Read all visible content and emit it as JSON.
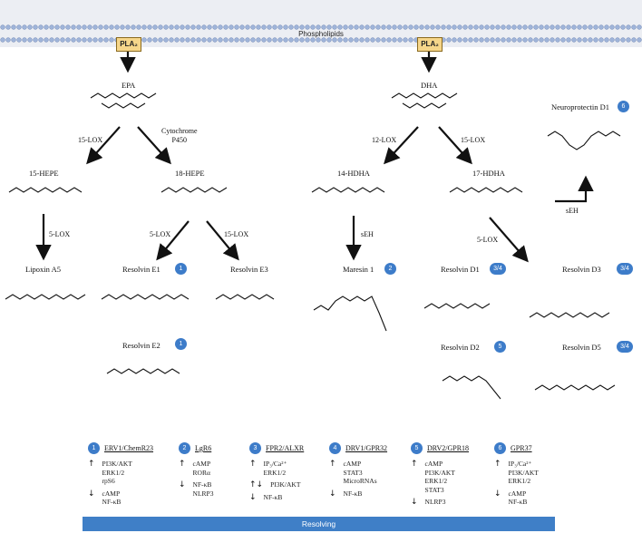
{
  "membrane": {
    "label": "Phospholipids"
  },
  "enzymes": {
    "pla_left": "PLA₂",
    "pla_right": "PLA₂",
    "lox15_left": "15-LOX",
    "cyp450": "Cytochrome\nP450",
    "lox5_a": "5-LOX",
    "lox5_b": "5-LOX",
    "lox15_b": "15-LOX",
    "lox12": "12-LOX",
    "lox15_c": "15-LOX",
    "seh_a": "sEH",
    "seh_b": "sEH",
    "lox5_c": "5-LOX"
  },
  "molecules": {
    "epa": "EPA",
    "dha": "DHA",
    "hepe15": "15-HEPE",
    "hepe18": "18-HEPE",
    "hdha14": "14-HDHA",
    "hdha17": "17-HDHA",
    "lipoxin_a5": "Lipoxin A5",
    "resolvin_e1": "Resolvin E1",
    "resolvin_e3": "Resolvin E3",
    "resolvin_e2": "Resolvin E2",
    "maresin_1": "Maresin 1",
    "resolvin_d1": "Resolvin D1",
    "resolvin_d3": "Resolvin D3",
    "resolvin_d2": "Resolvin D2",
    "resolvin_d5": "Resolvin D5",
    "neuroprotectin_d1": "Neuroprotectin D1"
  },
  "badges": {
    "resolvin_e1": "1",
    "resolvin_e2": "1",
    "maresin_1": "2",
    "resolvin_d1": "3/4",
    "resolvin_d3": "3/4",
    "resolvin_d2": "5",
    "resolvin_d5": "3/4",
    "neuroprotectin_d1": "6"
  },
  "receptors": [
    {
      "num": "1",
      "name": "ERV1/ChemR23",
      "up": [
        "PI3K/AKT",
        "ERK1/2",
        "rpS6"
      ],
      "updown": [],
      "down": [
        "cAMP",
        "NF-κB"
      ]
    },
    {
      "num": "2",
      "name": "LgR6",
      "up": [
        "cAMP",
        "RORα"
      ],
      "updown": [],
      "down": [
        "NF-κB",
        "NLRP3"
      ]
    },
    {
      "num": "3",
      "name": "FPR2/ALXR",
      "up": [
        "IP₃/Ca²⁺",
        "ERK1/2"
      ],
      "updown": [
        "PI3K/AKT"
      ],
      "down": [
        "NF-κB"
      ]
    },
    {
      "num": "4",
      "name": "DRV1/GPR32",
      "up": [
        "cAMP",
        "STAT3",
        "MicroRNAs"
      ],
      "updown": [],
      "down": [
        "NF-κB"
      ]
    },
    {
      "num": "5",
      "name": "DRV2/GPR18",
      "up": [
        "cAMP",
        "PI3K/AKT",
        "ERK1/2",
        "STAT3"
      ],
      "updown": [],
      "down": [
        "NLRP3"
      ]
    },
    {
      "num": "6",
      "name": "GPR37",
      "up": [
        "IP₃/Ca²⁺",
        "PI3K/AKT",
        "ERK1/2"
      ],
      "updown": [],
      "down": [
        "cAMP",
        "NF-κB"
      ]
    }
  ],
  "footer": {
    "label": "Resolving"
  },
  "colors": {
    "badge": "#3d7cc9",
    "pla_fill": "#f6d68a",
    "resolving_bar": "#3f7fc7",
    "membrane": "#eceef3"
  }
}
